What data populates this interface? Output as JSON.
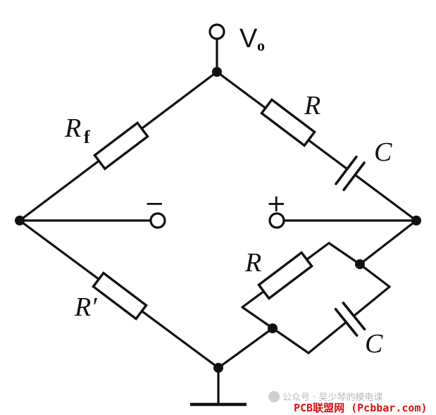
{
  "labels": {
    "vo_main": "V",
    "vo_sub": "o",
    "rf_main": "R",
    "rf_sub": "f",
    "r_top": "R",
    "c_top": "C",
    "minus": "−",
    "plus": "+",
    "r_bottom_right": "R",
    "c_bottom_right": "C",
    "r_prime": "R′"
  },
  "watermark": {
    "wechat": "公众号 · 吴少琴的模电课",
    "site": "PCB联盟网 (Pcbbar.com)"
  },
  "colors": {
    "line": "#111111",
    "watermark_gray": "#b8b8b8",
    "watermark_red": "#dd1111"
  }
}
